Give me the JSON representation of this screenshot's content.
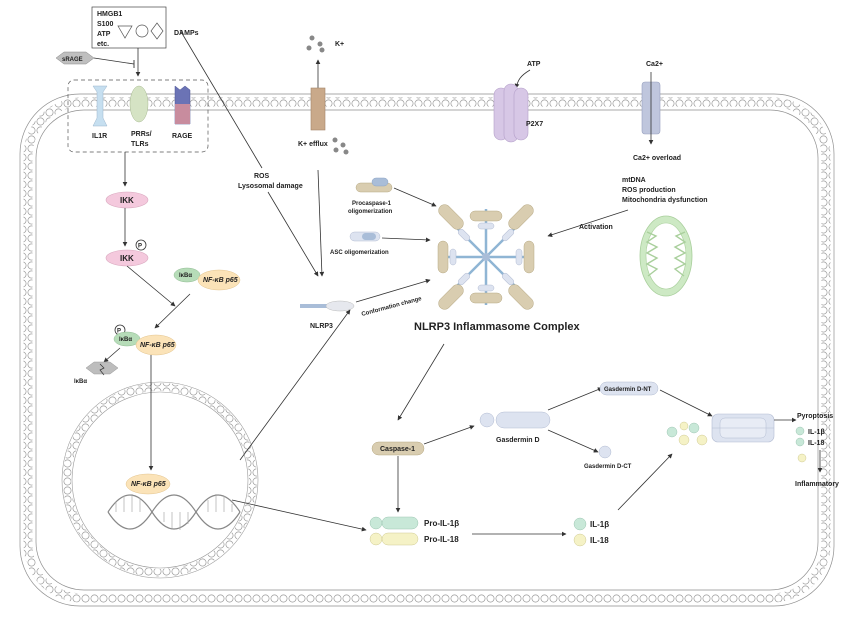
{
  "labels": {
    "damps_list": [
      "HMGB1",
      "S100",
      "ATP",
      "etc."
    ],
    "damps": "DAMPs",
    "srage": "sRAGE",
    "k_plus": "K+",
    "k_efflux": "K+ efflux",
    "atp": "ATP",
    "p2x7": "P2X7",
    "ca": "Ca2+",
    "ca_overload": "Ca2+ overload",
    "il1r": "IL1R",
    "prrs": "PRRs/",
    "tlrs": "TLRs",
    "rage": "RAGE",
    "ros": "ROS",
    "lyso": "Lysosomal  damage",
    "procasp": "Procaspase-1",
    "procasp2": "oligomerization",
    "asc": "ASC oligomerization",
    "mito1": "mtDNA",
    "mito2": "ROS production",
    "mito3": "Mitochondria dysfunction",
    "activation": "Activation",
    "ikk1": "IKK",
    "ikk2": "IKK",
    "p": "P",
    "ikba1": "IκBα",
    "nfkb1": "NF-κB p65",
    "ikba2": "IκBα",
    "nfkb2": "NF-κB p65",
    "ikba3": "IκBα",
    "nlrp3": "NLRP3",
    "conf": "Conformation change",
    "complex": "NLRP3 Inflammasome Complex",
    "nfkb3": "NF-κB p65",
    "casp1": "Caspase-1",
    "gsdmd": "Gasdermin D",
    "gsdmd_nt": "Gasdermin D-NT",
    "gsdmd_ct": "Gasdermin D-CT",
    "pro_il1b": "Pro-IL-1β",
    "pro_il18": "Pro-IL-18",
    "il1b": "IL-1β",
    "il18": "IL-18",
    "pyro": "Pyroptosis",
    "il1b_out": "IL-1β",
    "il18_out": "IL-18",
    "inflam": "Inflammatory"
  },
  "colors": {
    "membrane": "#c8c8c8",
    "pink": "#f4c9dd",
    "green_mol": "#b6dcb8",
    "orange_mol": "#fbe3b8",
    "tan": "#d9cdb0",
    "blue_light": "#dde3f0",
    "blue_mid": "#a9bdd8",
    "purple": "#d7c7e6",
    "mint": "#c8e8d8",
    "cream": "#f5f2c6",
    "mito_green": "#cde9c4",
    "lav": "#cfd3e6"
  }
}
